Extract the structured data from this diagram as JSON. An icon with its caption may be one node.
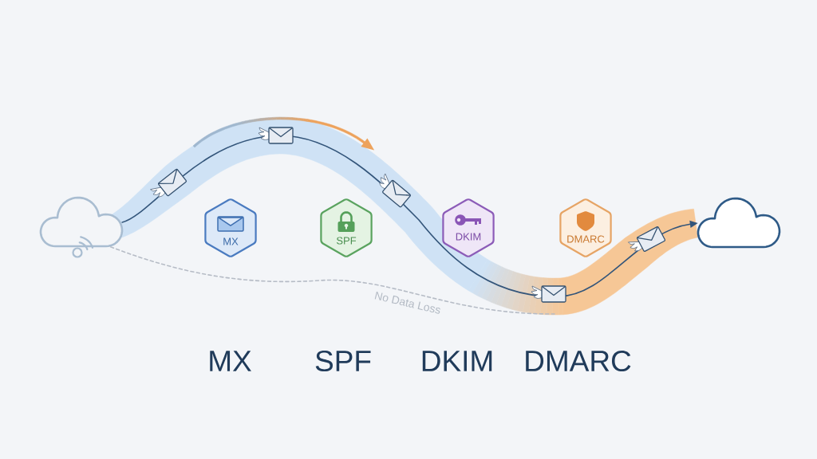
{
  "diagram": {
    "nodes": [
      {
        "text": [],
        "shape": "cloud"
      },
      {
        "text": [
          "MX"
        ]
      },
      {
        "text": [
          "SPF"
        ]
      },
      {
        "text": [
          "DKIM"
        ]
      },
      {
        "text": [
          "DMARC"
        ]
      },
      {
        "text": [],
        "shape": "cloud"
      }
    ],
    "edges": [
      {
        "from": 0,
        "to": 5,
        "arrow": "to"
      },
      {
        "from": 0,
        "to": null,
        "arrow": "none",
        "label": "No Data Loss",
        "style": "dashed",
        "color": "#b6bcc6"
      }
    ],
    "labels": [
      "MX",
      "SPF",
      "DKIM",
      "DMARC"
    ]
  }
}
